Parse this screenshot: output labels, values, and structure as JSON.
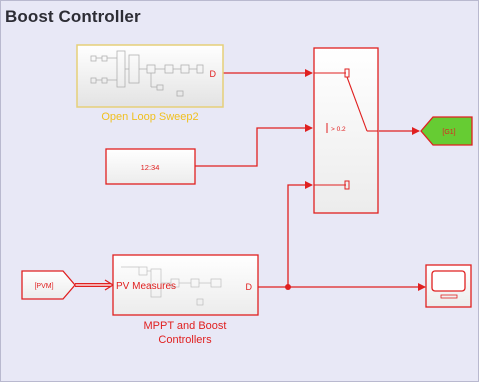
{
  "canvas": {
    "title": "Boost Controller"
  },
  "blocks": {
    "open_loop": {
      "name": "Open Loop Sweep2",
      "port_label": "D"
    },
    "constant": {
      "value": "12:34"
    },
    "switch": {
      "threshold": "> 0.2"
    },
    "goto": {
      "tag": "[G1]"
    },
    "from": {
      "tag": "[PVM]"
    },
    "mppt": {
      "name_line1": "MPPT and Boost",
      "name_line2": "Controllers",
      "in_port_label": "PV Measures",
      "out_port_label": "D"
    },
    "scope": {}
  },
  "colors": {
    "background": "#e8e8f6",
    "block_stroke": "#e02020",
    "signal_line": "#e02020",
    "subsystem_yellow": "#f0d060",
    "goto_fill": "#66cc33",
    "title_text": "#2d2d35"
  }
}
